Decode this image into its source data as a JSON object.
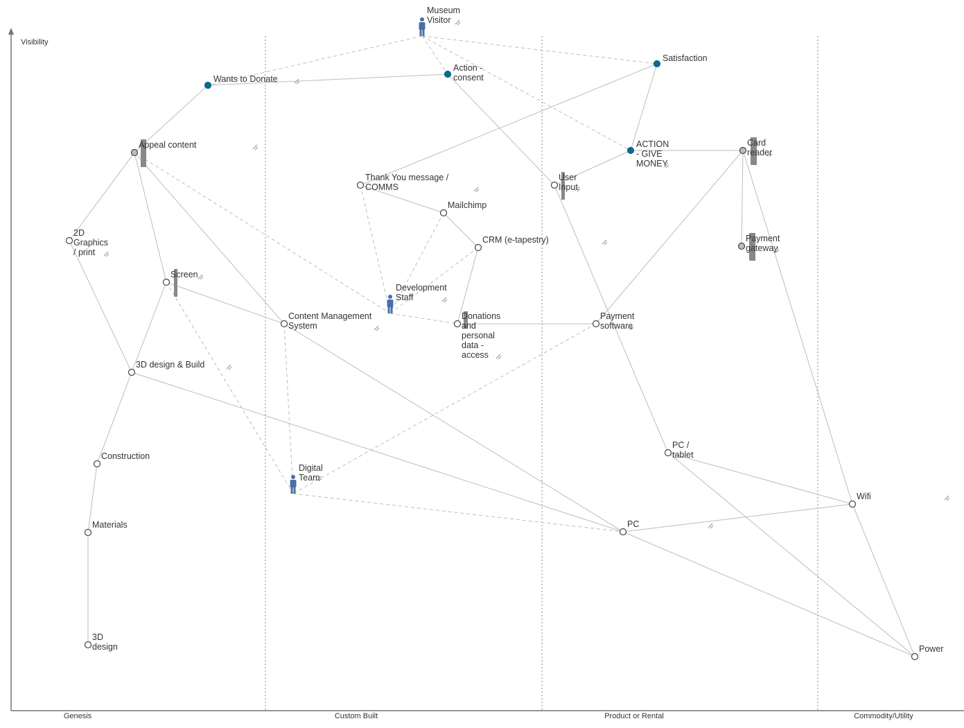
{
  "axis": {
    "y_label": "Visibility",
    "stages": [
      "Genesis",
      "Custom Built",
      "Product or Rental",
      "Commodity/Utility"
    ]
  },
  "colors": {
    "user_node": "#0a6a8e",
    "person": "#4a6fa5",
    "link": "#bdbdbd",
    "inertia": "#888888"
  },
  "components": [
    {
      "id": "museum_visitor",
      "lines": [
        "Museum",
        "Visitor"
      ],
      "kind": "person"
    },
    {
      "id": "satisfaction",
      "lines": [
        "Satisfaction"
      ],
      "kind": "user"
    },
    {
      "id": "wants_donate",
      "lines": [
        "Wants to Donate"
      ],
      "kind": "user"
    },
    {
      "id": "action_consent",
      "lines": [
        "Action -",
        "consent"
      ],
      "kind": "user"
    },
    {
      "id": "action_give",
      "lines": [
        "ACTION",
        "- GIVE",
        "MONEY"
      ],
      "kind": "user"
    },
    {
      "id": "appeal",
      "lines": [
        "Appeal content"
      ],
      "kind": "grey"
    },
    {
      "id": "card_reader",
      "lines": [
        "Card",
        "reader"
      ],
      "kind": "grey"
    },
    {
      "id": "payment_gateway",
      "lines": [
        "Payment",
        "gateway"
      ],
      "kind": "grey"
    },
    {
      "id": "thank_you",
      "lines": [
        "Thank You message /",
        "COMMS"
      ],
      "kind": "plain"
    },
    {
      "id": "user_input",
      "lines": [
        "User",
        "Input"
      ],
      "kind": "plain"
    },
    {
      "id": "mailchimp",
      "lines": [
        "Mailchimp"
      ],
      "kind": "plain"
    },
    {
      "id": "crm",
      "lines": [
        "CRM (e-tapestry)"
      ],
      "kind": "plain"
    },
    {
      "id": "graphics2d",
      "lines": [
        "2D",
        "Graphics",
        "/ print"
      ],
      "kind": "plain"
    },
    {
      "id": "screen",
      "lines": [
        "Screen"
      ],
      "kind": "plain"
    },
    {
      "id": "dev_staff",
      "lines": [
        "Development",
        "Staff"
      ],
      "kind": "person"
    },
    {
      "id": "cms",
      "lines": [
        "Content Management",
        "System"
      ],
      "kind": "plain"
    },
    {
      "id": "donations",
      "lines": [
        "Donations",
        "and",
        "personal",
        "data -",
        "access"
      ],
      "kind": "plain"
    },
    {
      "id": "payment_sw",
      "lines": [
        "Payment",
        "software"
      ],
      "kind": "plain"
    },
    {
      "id": "design_build",
      "lines": [
        "3D design & Build"
      ],
      "kind": "plain"
    },
    {
      "id": "pc_tablet",
      "lines": [
        "PC /",
        "tablet"
      ],
      "kind": "plain"
    },
    {
      "id": "construction",
      "lines": [
        "Construction"
      ],
      "kind": "plain"
    },
    {
      "id": "digital_team",
      "lines": [
        "Digital",
        "Team"
      ],
      "kind": "person"
    },
    {
      "id": "wifi",
      "lines": [
        "Wifi"
      ],
      "kind": "plain"
    },
    {
      "id": "pc",
      "lines": [
        "PC"
      ],
      "kind": "plain"
    },
    {
      "id": "materials",
      "lines": [
        "Materials"
      ],
      "kind": "plain"
    },
    {
      "id": "design3d",
      "lines": [
        "3D",
        "design"
      ],
      "kind": "plain"
    },
    {
      "id": "power",
      "lines": [
        "Power"
      ],
      "kind": "plain"
    }
  ],
  "links": [
    {
      "from": "museum_visitor",
      "to": "wants_donate",
      "style": "dashed"
    },
    {
      "from": "museum_visitor",
      "to": "action_consent",
      "style": "dashed"
    },
    {
      "from": "museum_visitor",
      "to": "satisfaction",
      "style": "dashed"
    },
    {
      "from": "museum_visitor",
      "to": "action_give",
      "style": "dashed"
    },
    {
      "from": "wants_donate",
      "to": "action_consent",
      "style": "solid"
    },
    {
      "from": "wants_donate",
      "to": "appeal",
      "style": "solid"
    },
    {
      "from": "action_consent",
      "to": "user_input",
      "style": "solid"
    },
    {
      "from": "satisfaction",
      "to": "action_give",
      "style": "solid"
    },
    {
      "from": "satisfaction",
      "to": "thank_you",
      "style": "solid"
    },
    {
      "from": "action_give",
      "to": "card_reader",
      "style": "solid"
    },
    {
      "from": "action_give",
      "to": "user_input",
      "style": "solid"
    },
    {
      "from": "card_reader",
      "to": "payment_gateway",
      "style": "solid"
    },
    {
      "from": "card_reader",
      "to": "payment_sw",
      "style": "solid"
    },
    {
      "from": "card_reader",
      "to": "wifi",
      "style": "solid"
    },
    {
      "from": "appeal",
      "to": "graphics2d",
      "style": "solid"
    },
    {
      "from": "appeal",
      "to": "screen",
      "style": "solid"
    },
    {
      "from": "appeal",
      "to": "cms",
      "style": "solid"
    },
    {
      "from": "appeal",
      "to": "dev_staff",
      "style": "dashed"
    },
    {
      "from": "graphics2d",
      "to": "design_build",
      "style": "solid"
    },
    {
      "from": "screen",
      "to": "design_build",
      "style": "solid"
    },
    {
      "from": "screen",
      "to": "cms",
      "style": "solid"
    },
    {
      "from": "screen",
      "to": "digital_team",
      "style": "dashed"
    },
    {
      "from": "design_build",
      "to": "construction",
      "style": "solid"
    },
    {
      "from": "design_build",
      "to": "pc",
      "style": "solid"
    },
    {
      "from": "construction",
      "to": "materials",
      "style": "solid"
    },
    {
      "from": "materials",
      "to": "design3d",
      "style": "solid"
    },
    {
      "from": "thank_you",
      "to": "mailchimp",
      "style": "solid"
    },
    {
      "from": "thank_you",
      "to": "dev_staff",
      "style": "dashed"
    },
    {
      "from": "mailchimp",
      "to": "crm",
      "style": "solid"
    },
    {
      "from": "mailchimp",
      "to": "dev_staff",
      "style": "dashed"
    },
    {
      "from": "crm",
      "to": "dev_staff",
      "style": "dashed"
    },
    {
      "from": "crm",
      "to": "donations",
      "style": "solid"
    },
    {
      "from": "dev_staff",
      "to": "donations",
      "style": "dashed"
    },
    {
      "from": "cms",
      "to": "digital_team",
      "style": "dashed"
    },
    {
      "from": "cms",
      "to": "pc",
      "style": "solid"
    },
    {
      "from": "donations",
      "to": "payment_sw",
      "style": "solid"
    },
    {
      "from": "payment_sw",
      "to": "digital_team",
      "style": "dashed"
    },
    {
      "from": "user_input",
      "to": "pc_tablet",
      "style": "solid"
    },
    {
      "from": "pc_tablet",
      "to": "wifi",
      "style": "solid"
    },
    {
      "from": "pc_tablet",
      "to": "power",
      "style": "solid"
    },
    {
      "from": "digital_team",
      "to": "pc",
      "style": "dashed"
    },
    {
      "from": "pc",
      "to": "wifi",
      "style": "solid"
    },
    {
      "from": "pc",
      "to": "power",
      "style": "solid"
    },
    {
      "from": "wifi",
      "to": "power",
      "style": "solid"
    }
  ]
}
